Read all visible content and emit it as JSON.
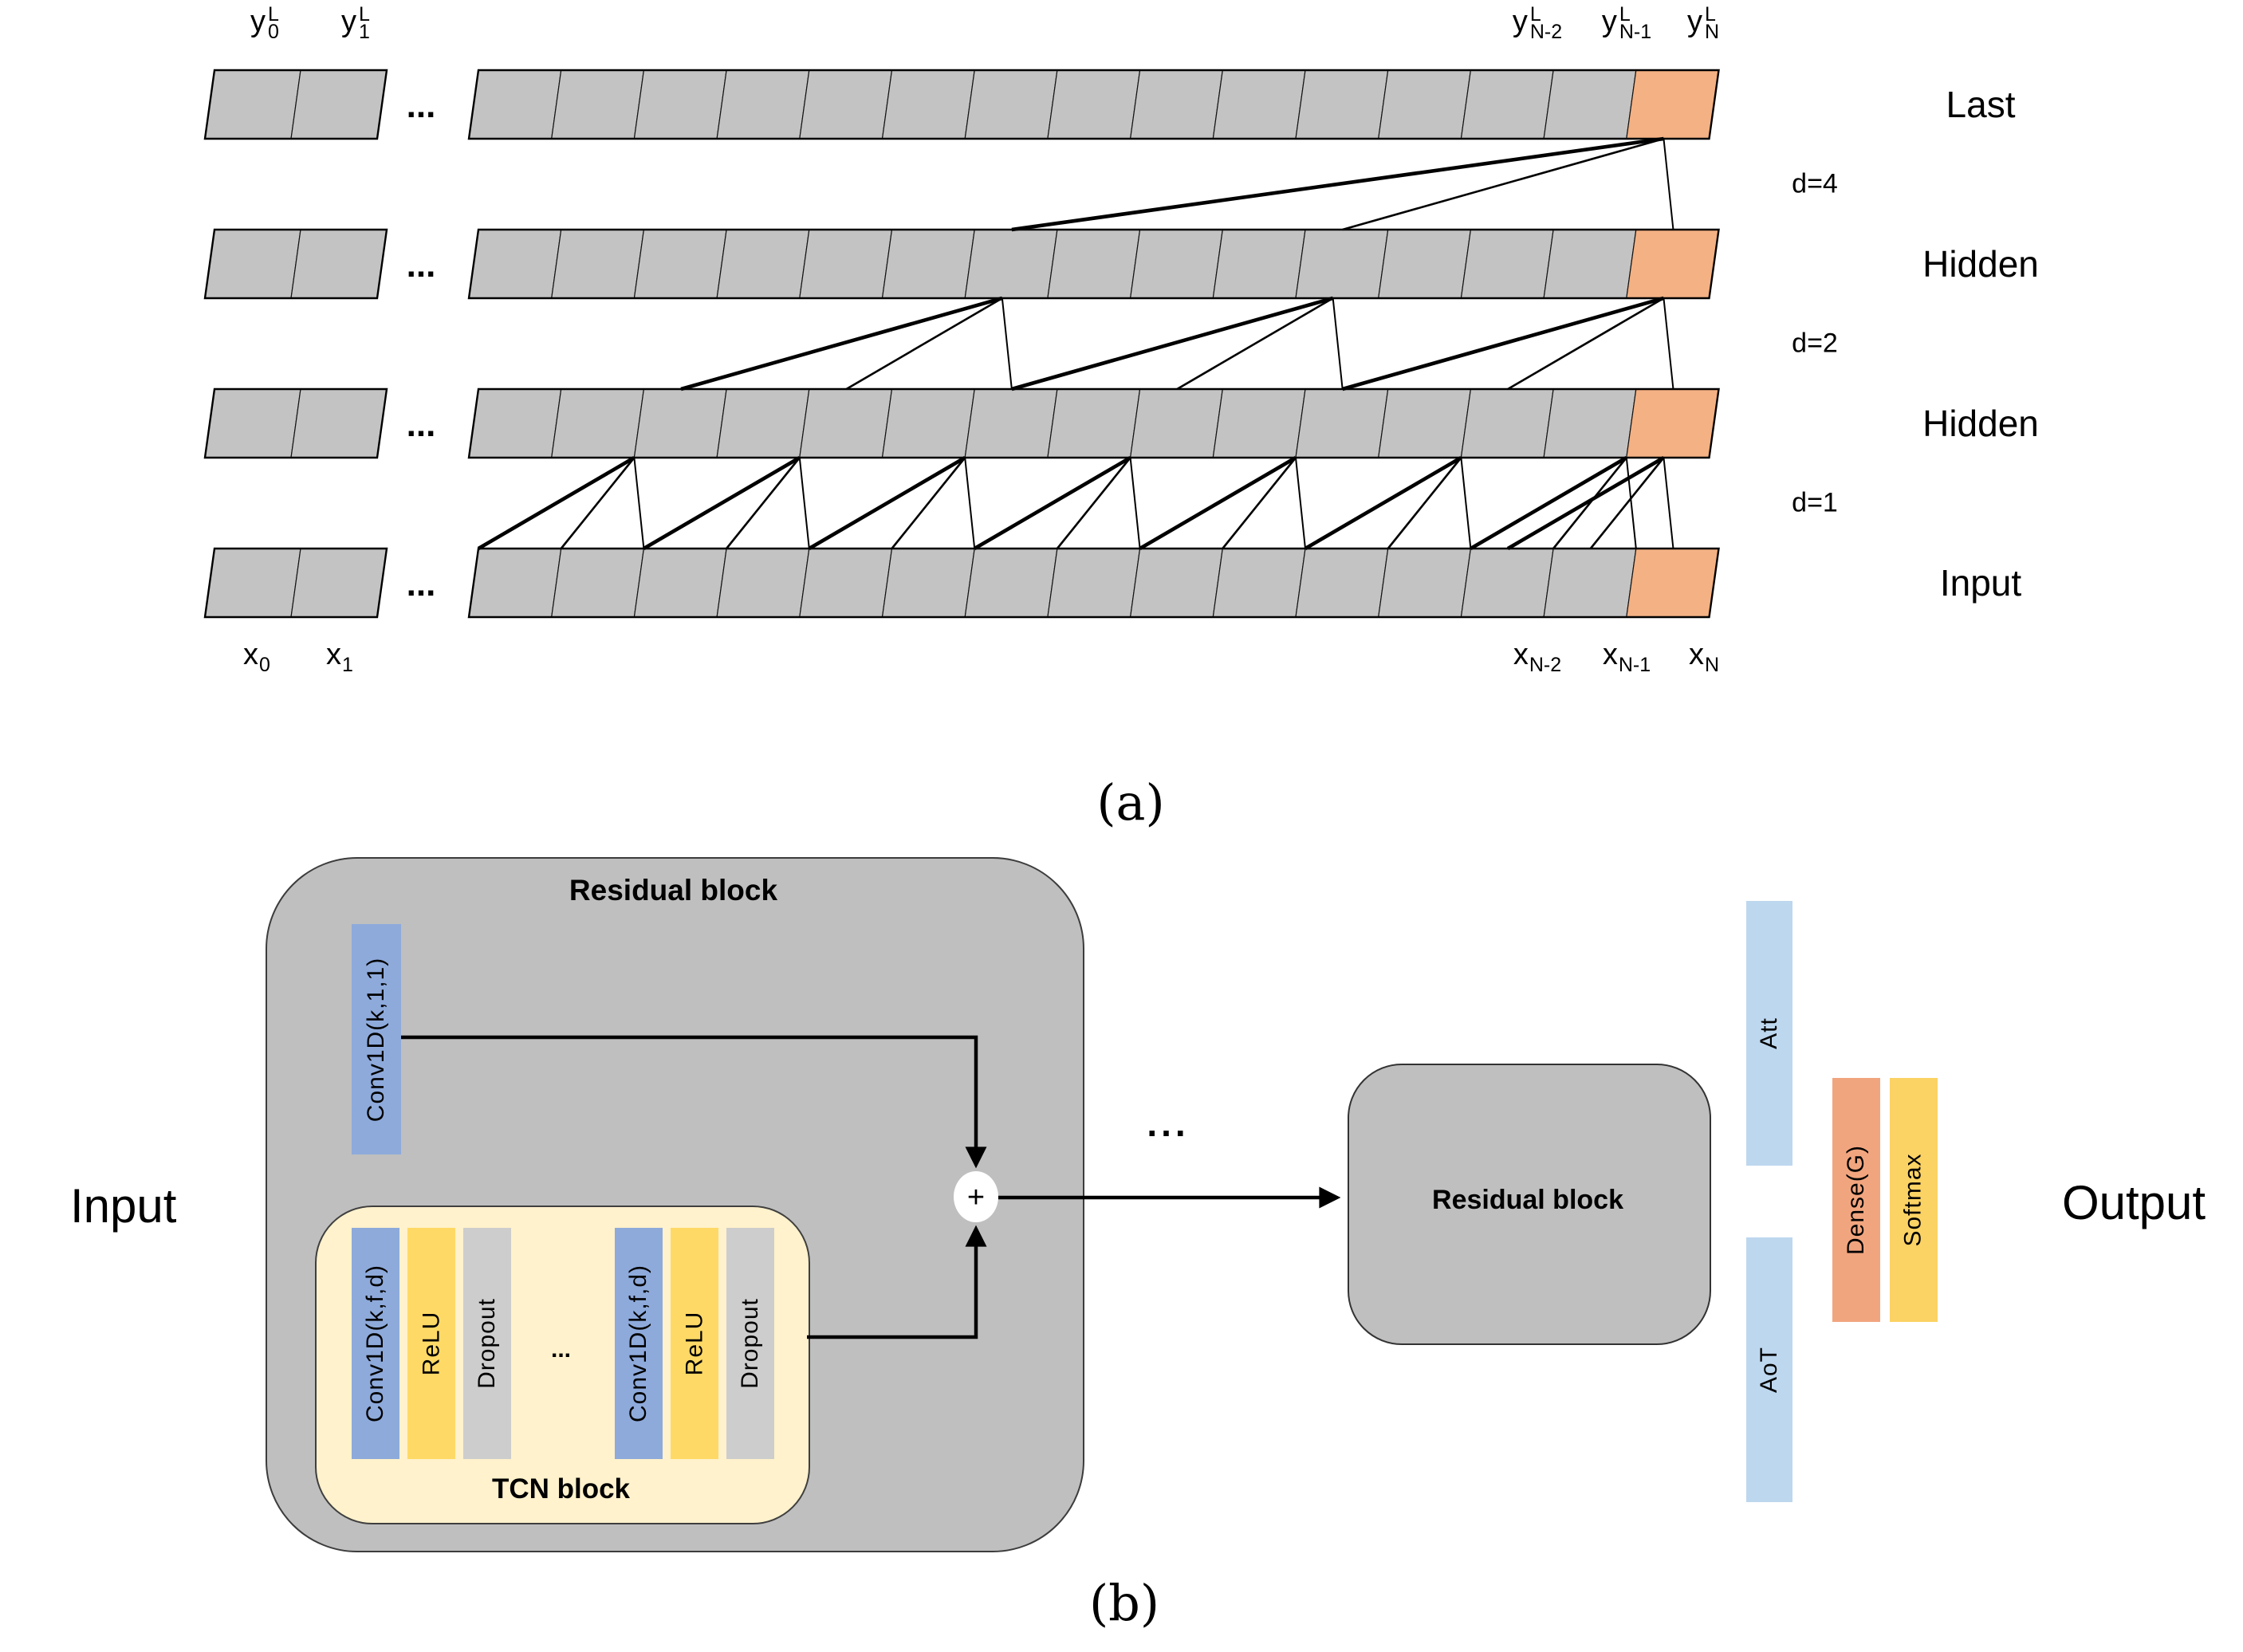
{
  "panel_a": {
    "caption": "(a)",
    "ellipsis": "...",
    "top_labels": [
      {
        "base": "y",
        "sup": "L",
        "sub": "0"
      },
      {
        "base": "y",
        "sup": "L",
        "sub": "1"
      },
      {
        "base": "y",
        "sup": "L",
        "sub": "N-2"
      },
      {
        "base": "y",
        "sup": "L",
        "sub": "N-1"
      },
      {
        "base": "y",
        "sup": "L",
        "sub": "N"
      }
    ],
    "bottom_labels": [
      {
        "base": "x",
        "sub": "0"
      },
      {
        "base": "x",
        "sub": "1"
      },
      {
        "base": "x",
        "sub": "N-2"
      },
      {
        "base": "x",
        "sub": "N-1"
      },
      {
        "base": "x",
        "sub": "N"
      }
    ],
    "row_labels": [
      "Last",
      "Hidden",
      "Hidden",
      "Input"
    ],
    "dilation_labels": [
      "d=4",
      "d=2",
      "d=1"
    ],
    "colors": {
      "cell": "#C3C3C3",
      "highlight": "#F4B183",
      "outline": "#000000"
    }
  },
  "panel_b": {
    "caption": "(b)",
    "input_label": "Input",
    "output_label": "Output",
    "residual_block1_label": "Residual block",
    "residual_block2_label": "Residual block",
    "tcn_block_label": "TCN block",
    "skip_conv_label": "Conv1D(k,1,1)",
    "tcn_layer_labels": [
      "Conv1D(k,f,d)",
      "ReLU",
      "Dropout"
    ],
    "tcn_ellipsis": "...",
    "blocks_ellipsis": "...",
    "sum_label": "+",
    "att_label": "Att",
    "aot_label": "AoT",
    "dense_label": "Dense(G)",
    "softmax_label": "Softmax",
    "colors": {
      "block": "#BFBFBF",
      "tcn": "#FFF2CC",
      "conv": "#8EAADB",
      "relu": "#FFD966",
      "dropout": "#CDCDCD",
      "att": "#BDD7EE",
      "dense": "#F1A57E",
      "softmax": "#FBD264",
      "line": "#000000"
    }
  }
}
